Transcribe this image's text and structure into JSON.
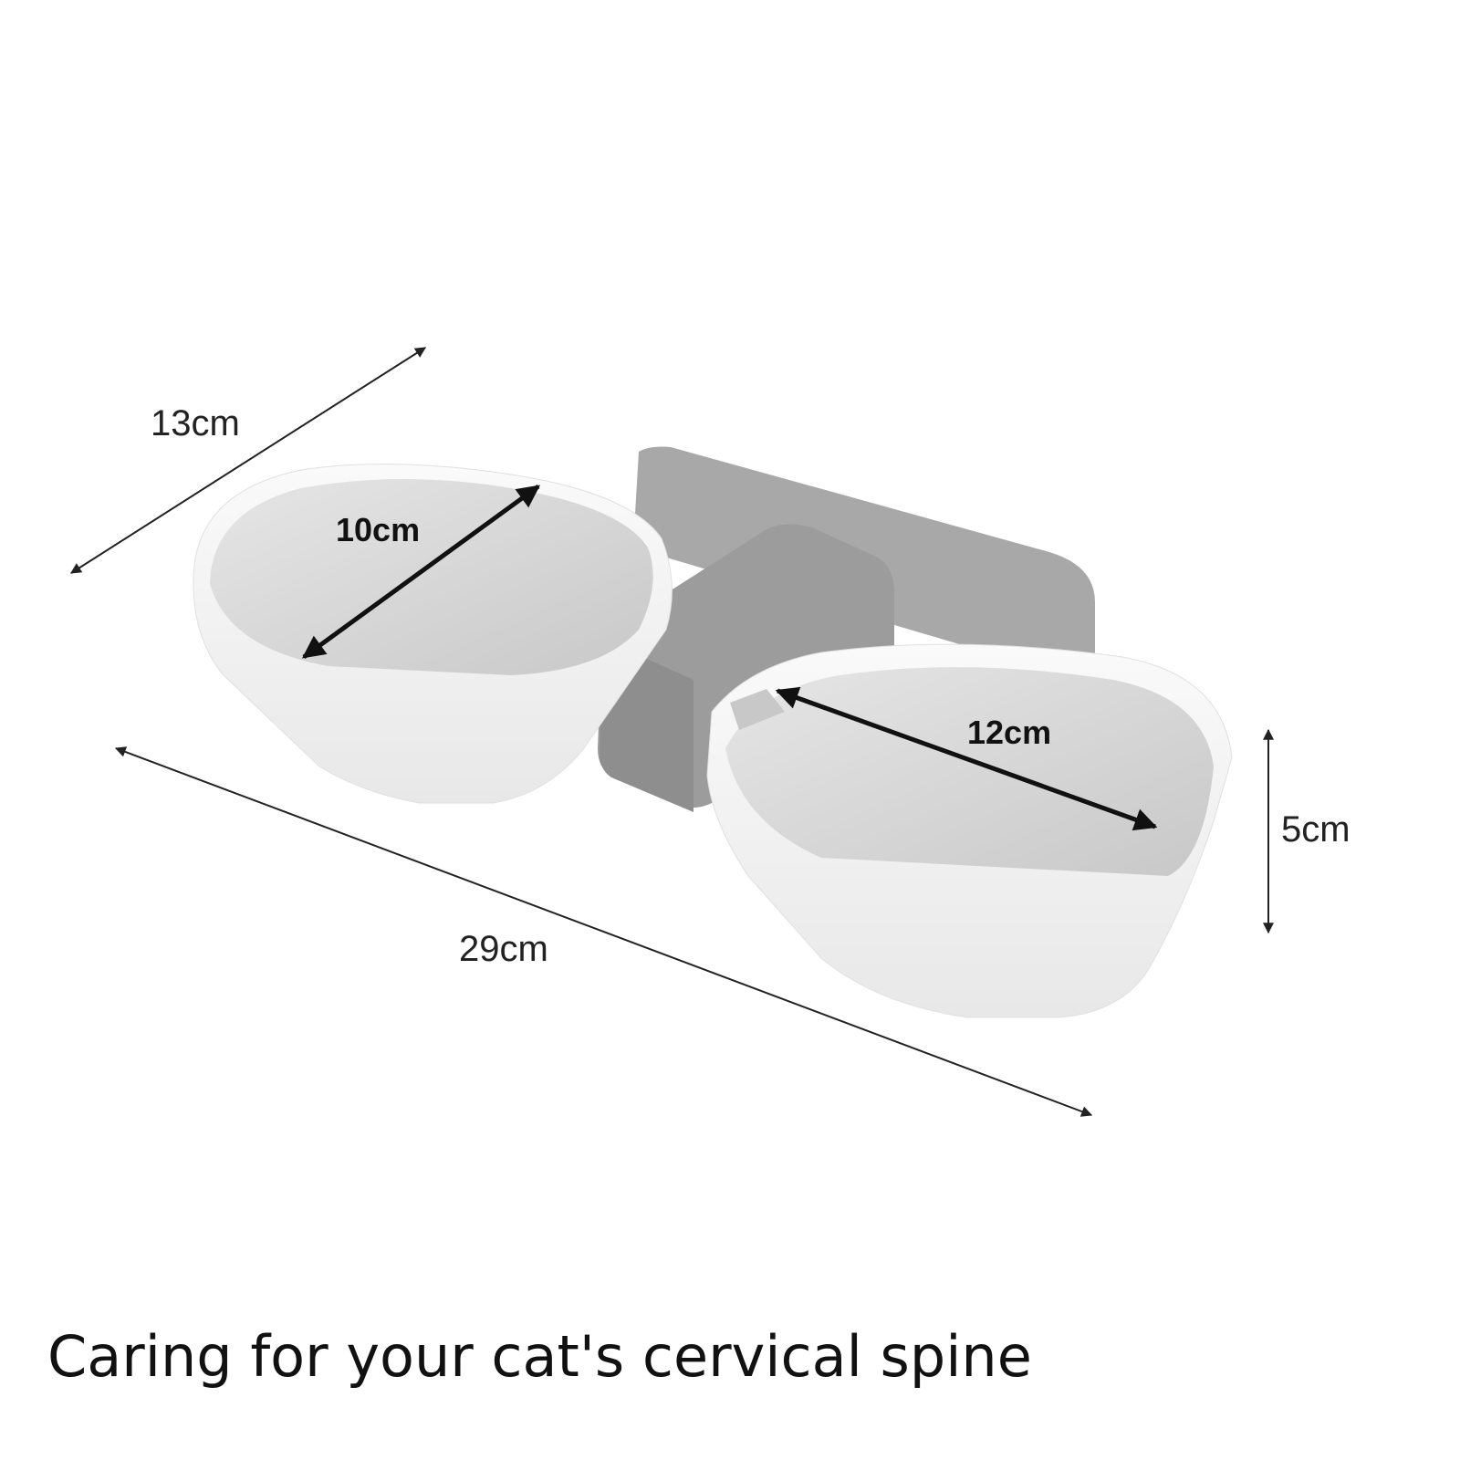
{
  "dimensions": {
    "depth": "13cm",
    "left_bowl_diameter": "10cm",
    "length": "29cm",
    "right_bowl_diameter": "12cm",
    "height": "5cm"
  },
  "caption": "Caring for your cat's cervical spine",
  "colors": {
    "bracket": "#a9a9a9",
    "bowl_outer": "#f4f4f4",
    "bowl_inner": "#d4d4d4",
    "line": "#222222"
  }
}
